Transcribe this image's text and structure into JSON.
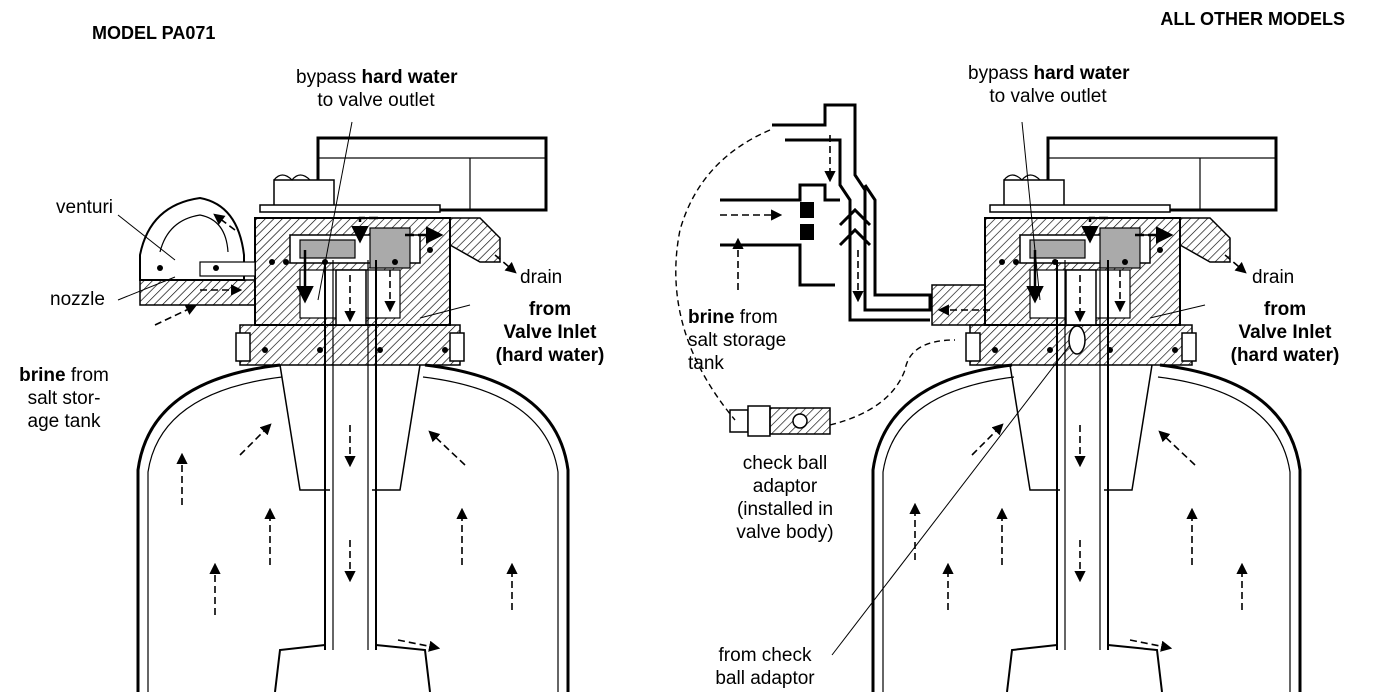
{
  "left": {
    "title": "MODEL PA071",
    "bypass": {
      "pre": "bypass ",
      "bold": "hard water",
      "line2": "to valve outlet"
    },
    "venturi": "venturi",
    "nozzle": "nozzle",
    "drain": "drain",
    "from_inlet": [
      "from",
      "Valve Inlet",
      "(hard water)"
    ],
    "brine": {
      "bold": "brine",
      "rest": " from",
      "line2": "salt stor-",
      "line3": "age tank"
    }
  },
  "right": {
    "title": "ALL OTHER MODELS",
    "bypass": {
      "pre": "bypass ",
      "bold": "hard water",
      "line2": "to valve outlet"
    },
    "drain": "drain",
    "from_inlet": [
      "from",
      "Valve Inlet",
      "(hard water)"
    ],
    "brine": {
      "bold": "brine",
      "rest": " from",
      "line2": "salt storage",
      "line3": "tank"
    },
    "check_ball": [
      "check ball",
      "adaptor",
      "(installed in",
      "valve body)"
    ],
    "from_check": [
      "from check",
      "ball adaptor"
    ]
  }
}
